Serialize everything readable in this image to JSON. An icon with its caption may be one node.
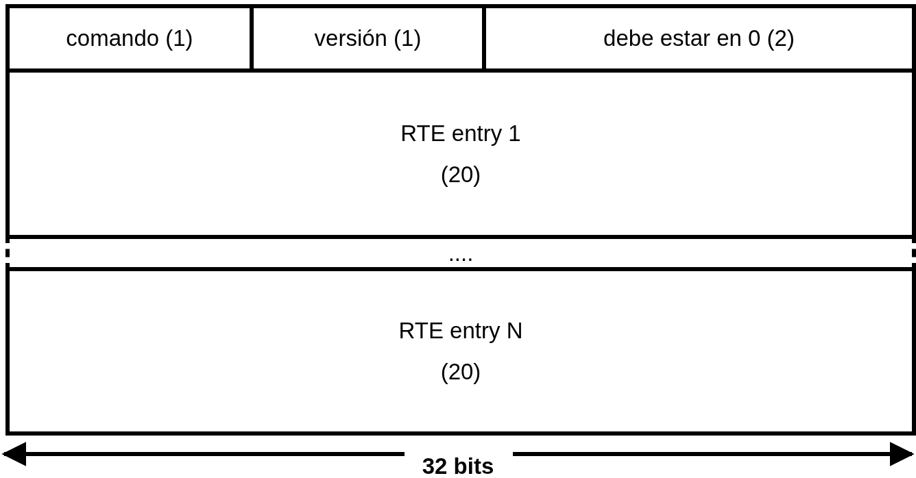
{
  "diagram": {
    "nodes": [
      {
        "text": [
          "comando (1)"
        ]
      },
      {
        "text": [
          "versión (1)"
        ]
      },
      {
        "text": [
          "debe estar en 0 (2)"
        ]
      },
      {
        "text": [
          "RTE entry 1",
          "(20)"
        ]
      },
      {
        "text": [
          "...."
        ]
      },
      {
        "text": [
          "RTE entry N",
          "(20)"
        ]
      }
    ],
    "edges": [],
    "labels": [
      "32 bits"
    ]
  }
}
